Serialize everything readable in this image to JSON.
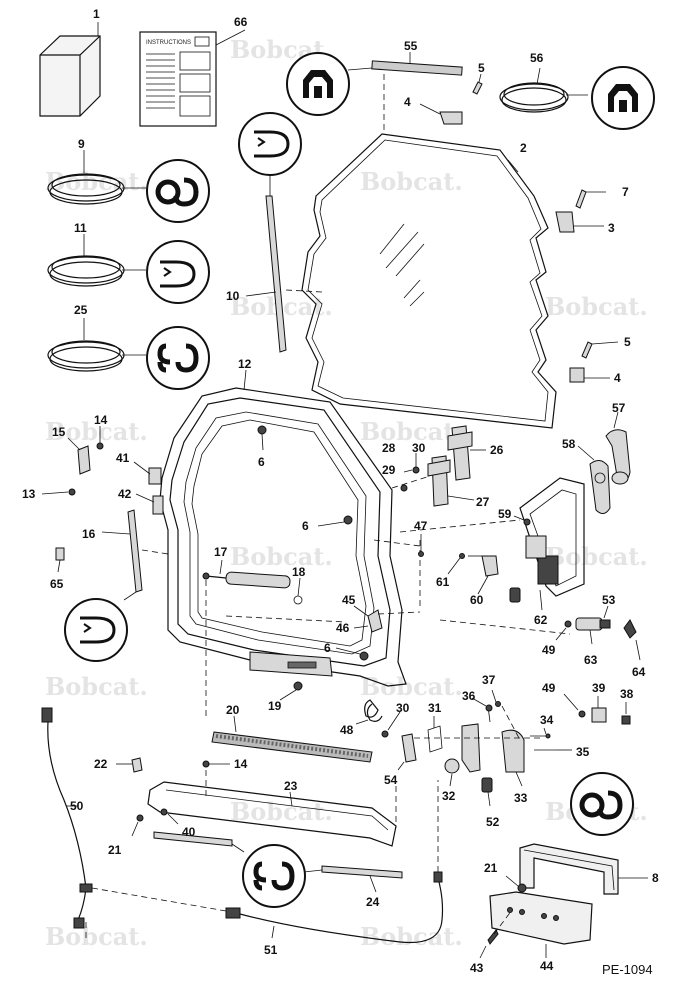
{
  "watermark": {
    "text": "Bobcat."
  },
  "reference": {
    "code": "PE-1094"
  },
  "instructions": {
    "title": "INSTRUCTIONS"
  },
  "callouts": [
    {
      "id": "c1",
      "label": "1"
    },
    {
      "id": "c66",
      "label": "66"
    },
    {
      "id": "c55",
      "label": "55"
    },
    {
      "id": "c5a",
      "label": "5"
    },
    {
      "id": "c56",
      "label": "56"
    },
    {
      "id": "c4a",
      "label": "4"
    },
    {
      "id": "c2",
      "label": "2"
    },
    {
      "id": "c9",
      "label": "9"
    },
    {
      "id": "c7",
      "label": "7"
    },
    {
      "id": "c3",
      "label": "3"
    },
    {
      "id": "c11",
      "label": "11"
    },
    {
      "id": "c10",
      "label": "10"
    },
    {
      "id": "c25",
      "label": "25"
    },
    {
      "id": "c5b",
      "label": "5"
    },
    {
      "id": "c4b",
      "label": "4"
    },
    {
      "id": "c12",
      "label": "12"
    },
    {
      "id": "c57",
      "label": "57"
    },
    {
      "id": "c14a",
      "label": "14"
    },
    {
      "id": "c15",
      "label": "15"
    },
    {
      "id": "c6a",
      "label": "6"
    },
    {
      "id": "c28",
      "label": "28"
    },
    {
      "id": "c30a",
      "label": "30"
    },
    {
      "id": "c26",
      "label": "26"
    },
    {
      "id": "c58",
      "label": "58"
    },
    {
      "id": "c41",
      "label": "41"
    },
    {
      "id": "c29",
      "label": "29"
    },
    {
      "id": "c13",
      "label": "13"
    },
    {
      "id": "c42",
      "label": "42"
    },
    {
      "id": "c27",
      "label": "27"
    },
    {
      "id": "c59",
      "label": "59"
    },
    {
      "id": "c16",
      "label": "16"
    },
    {
      "id": "c6b",
      "label": "6"
    },
    {
      "id": "c47",
      "label": "47"
    },
    {
      "id": "c17",
      "label": "17"
    },
    {
      "id": "c65",
      "label": "65"
    },
    {
      "id": "c18",
      "label": "18"
    },
    {
      "id": "c61",
      "label": "61"
    },
    {
      "id": "c60",
      "label": "60"
    },
    {
      "id": "c53",
      "label": "53"
    },
    {
      "id": "c45",
      "label": "45"
    },
    {
      "id": "c62",
      "label": "62"
    },
    {
      "id": "c46",
      "label": "46"
    },
    {
      "id": "c49a",
      "label": "49"
    },
    {
      "id": "c6c",
      "label": "6"
    },
    {
      "id": "c63",
      "label": "63"
    },
    {
      "id": "c64",
      "label": "64"
    },
    {
      "id": "c37",
      "label": "37"
    },
    {
      "id": "c36",
      "label": "36"
    },
    {
      "id": "c39",
      "label": "39"
    },
    {
      "id": "c38",
      "label": "38"
    },
    {
      "id": "c19",
      "label": "19"
    },
    {
      "id": "c49b",
      "label": "49"
    },
    {
      "id": "c20",
      "label": "20"
    },
    {
      "id": "c30b",
      "label": "30"
    },
    {
      "id": "c31",
      "label": "31"
    },
    {
      "id": "c48",
      "label": "48"
    },
    {
      "id": "c34",
      "label": "34"
    },
    {
      "id": "c35",
      "label": "35"
    },
    {
      "id": "c22",
      "label": "22"
    },
    {
      "id": "c14b",
      "label": "14"
    },
    {
      "id": "c54",
      "label": "54"
    },
    {
      "id": "c23",
      "label": "23"
    },
    {
      "id": "c32",
      "label": "32"
    },
    {
      "id": "c33",
      "label": "33"
    },
    {
      "id": "c50",
      "label": "50"
    },
    {
      "id": "c52",
      "label": "52"
    },
    {
      "id": "c21a",
      "label": "21"
    },
    {
      "id": "c40",
      "label": "40"
    },
    {
      "id": "c8",
      "label": "8"
    },
    {
      "id": "c24",
      "label": "24"
    },
    {
      "id": "c21b",
      "label": "21"
    },
    {
      "id": "c51",
      "label": "51"
    },
    {
      "id": "c43",
      "label": "43"
    },
    {
      "id": "c44",
      "label": "44"
    }
  ]
}
